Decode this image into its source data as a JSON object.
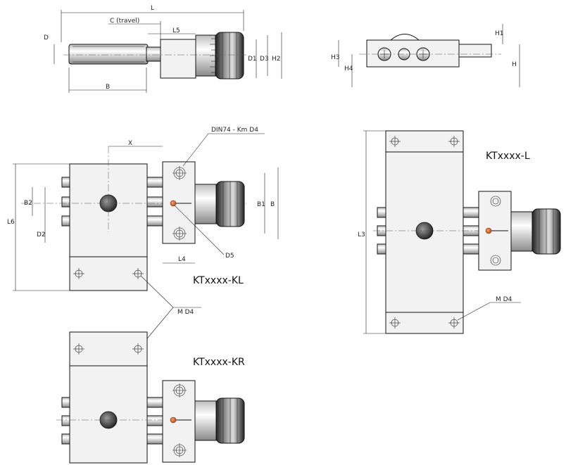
{
  "views": {
    "top_view": {
      "labels": {
        "D": "D",
        "C": "C (travel)",
        "L": "L",
        "L5": "L5",
        "D1": "D1",
        "D3": "D3",
        "H2": "H2",
        "B": "B"
      }
    },
    "side_view": {
      "labels": {
        "H1": "H1",
        "H3": "H3",
        "H4": "H4",
        "H": "H"
      }
    },
    "kl_view": {
      "title": "KTxxxx-KL",
      "labels": {
        "X": "X",
        "DIN": "DIN74 - Km D4",
        "L6": "L6",
        "B2": "B2",
        "D2": "D2",
        "B1": "B1",
        "B": "B",
        "L4": "L4",
        "D5": "D5",
        "MD4": "M D4"
      }
    },
    "kr_view": {
      "title": "KTxxxx-KR"
    },
    "l_view": {
      "title": "KTxxxx-L",
      "labels": {
        "L3": "L3",
        "MD4": "M D4"
      }
    }
  },
  "colors": {
    "line": "#111111",
    "pin": "#d9692a",
    "knob_dark": "#333333",
    "body": "#f2f2f2"
  }
}
